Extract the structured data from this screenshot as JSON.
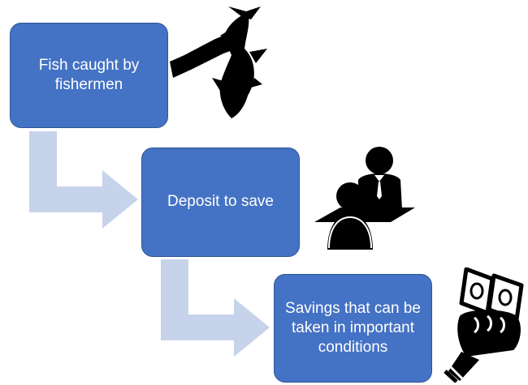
{
  "diagram": {
    "steps": [
      {
        "text": "Fish caught by fishermen",
        "icon": "fish-hand-icon"
      },
      {
        "text": "Deposit to save",
        "icon": "meeting-people-icon"
      },
      {
        "text": "Savings that can be taken in important conditions",
        "icon": "hand-money-icon"
      }
    ],
    "colors": {
      "box_fill": "#4472C4",
      "box_border": "#2F5597",
      "connector": "#C7D3EB",
      "icon": "#000000"
    }
  }
}
